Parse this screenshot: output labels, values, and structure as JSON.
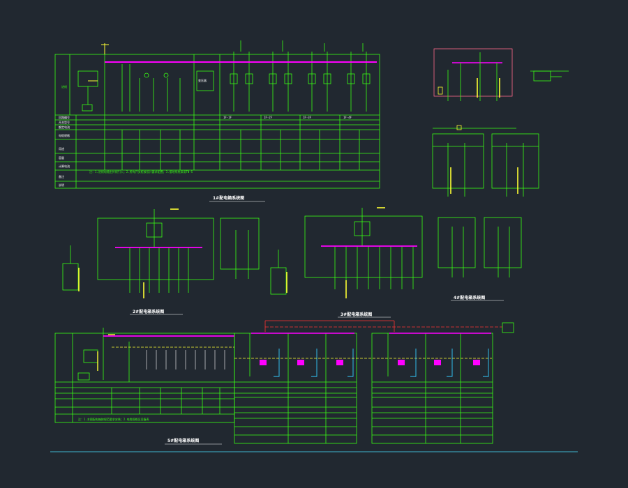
{
  "colors": {
    "background": "#212830",
    "frame": "#39ff14",
    "busbar": "#ff00ff",
    "yellow": "#ffff33",
    "white": "#ffffff",
    "red": "#ff3333",
    "cyan": "#33ccff",
    "base_line": "#3fb6d0"
  },
  "diagram": {
    "sheet": "electrical single-line diagrams (CAD drawing, black background)",
    "titles": {
      "top_main": "1#配电箱系统图",
      "mid_left": "2#配电箱系统图",
      "mid_center": "3#配电箱系统图",
      "mid_right": "4#配电箱系统图",
      "bottom_main": "5#配电箱系统图"
    },
    "notes": {
      "top_main": "注：1.进线电缆由外线引入；2.所有开关柜按设计要求配置；3.接地系统采用TN-S",
      "bottom_main": "注：1.本图配电箱按规范要求安装；2.电缆规格见设备表"
    }
  }
}
